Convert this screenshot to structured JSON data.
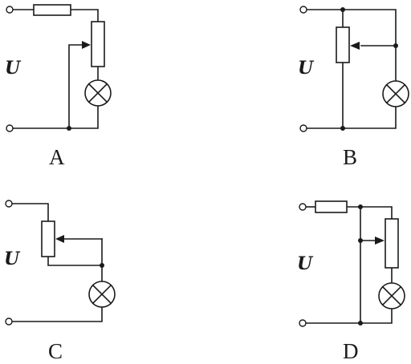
{
  "circuits": [
    {
      "letter": "A",
      "voltage": "U"
    },
    {
      "letter": "B",
      "voltage": "U"
    },
    {
      "letter": "C",
      "voltage": "U"
    },
    {
      "letter": "D",
      "voltage": "U"
    }
  ]
}
